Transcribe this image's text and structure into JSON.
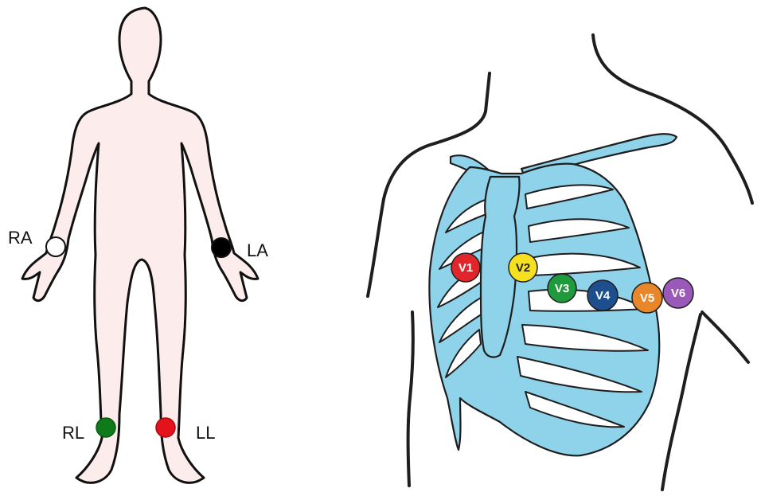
{
  "limb_electrodes": [
    {
      "id": "ra",
      "label": "RA",
      "color": "#ffffff"
    },
    {
      "id": "la",
      "label": "LA",
      "color": "#000000"
    },
    {
      "id": "rl",
      "label": "RL",
      "color": "#0f7a1a"
    },
    {
      "id": "ll",
      "label": "LL",
      "color": "#e4121b"
    }
  ],
  "chest_electrodes": [
    {
      "id": "v1",
      "label": "V1",
      "color": "#e0262a",
      "text_color": "#ffffff"
    },
    {
      "id": "v2",
      "label": "V2",
      "color": "#f6e020",
      "text_color": "#222222"
    },
    {
      "id": "v3",
      "label": "V3",
      "color": "#1f9a3c",
      "text_color": "#ffffff"
    },
    {
      "id": "v4",
      "label": "V4",
      "color": "#1d4f8f",
      "text_color": "#ffffff"
    },
    {
      "id": "v5",
      "label": "V5",
      "color": "#e8872a",
      "text_color": "#ffffff"
    },
    {
      "id": "v6",
      "label": "V6",
      "color": "#9a58b8",
      "text_color": "#ffffff"
    }
  ],
  "colors": {
    "body_fill": "#fcecec",
    "body_outline": "#111111",
    "bone_fill": "#8fd3ea",
    "bone_outline": "#1e1e1e"
  }
}
